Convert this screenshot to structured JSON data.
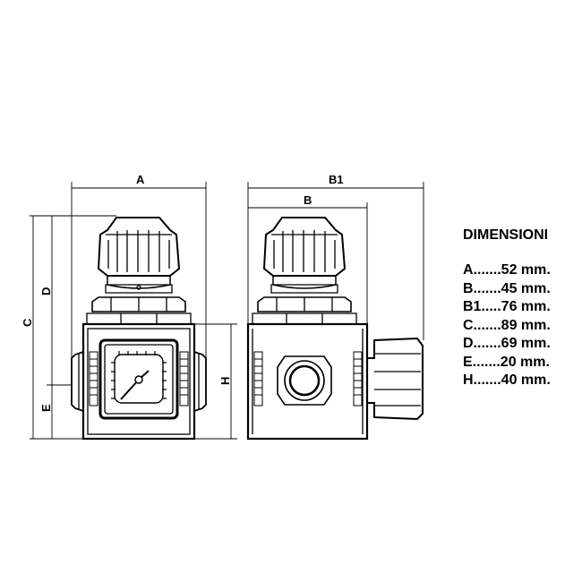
{
  "drawing": {
    "labels": {
      "A": "A",
      "B": "B",
      "B1": "B1",
      "C": "C",
      "D": "D",
      "E": "E",
      "H": "H"
    }
  },
  "legend": {
    "title": "DIMENSIONI",
    "rows": [
      "A.......52 mm.",
      "B.......45 mm.",
      "B1.....76 mm.",
      "C.......89 mm.",
      "D.......69 mm.",
      "E.......20 mm.",
      "H.......40 mm."
    ]
  }
}
